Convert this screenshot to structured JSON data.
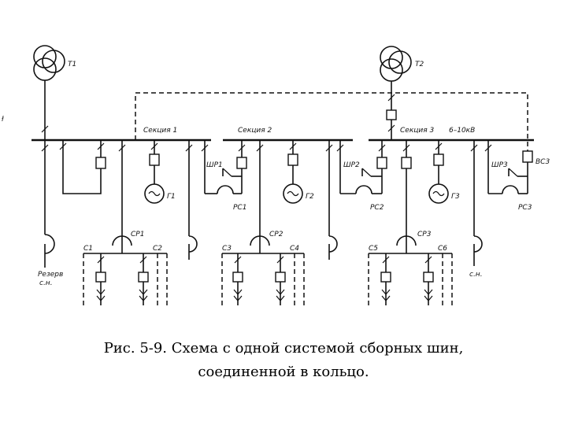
{
  "diagram": {
    "labels": {
      "t1": "Т1",
      "t2": "Т2",
      "section1": "Секция 1",
      "section2": "Секция 2",
      "section3": "Секция 3",
      "voltage": "6–10кВ",
      "g1": "Г1",
      "g2": "Г2",
      "g3": "Г3",
      "shr1": "ШР1",
      "shr2": "ШР2",
      "shr3": "ШР3",
      "rs1": "РС1",
      "rs2": "РС2",
      "rs3": "РС3",
      "vs3": "ВС3",
      "sr1": "СР1",
      "sr2": "СР2",
      "sr3": "СР3",
      "c1": "С1",
      "c2": "С2",
      "c3": "С3",
      "c4": "С4",
      "c5": "С5",
      "c6": "С6",
      "reserve_line1": "Резерв",
      "reserve_line2": "с.н.",
      "own_needs": "с.н."
    }
  },
  "caption": {
    "line1": "Рис. 5-9. Схема с одной системой сборных шин,",
    "line2": "соединенной в кольцо."
  }
}
